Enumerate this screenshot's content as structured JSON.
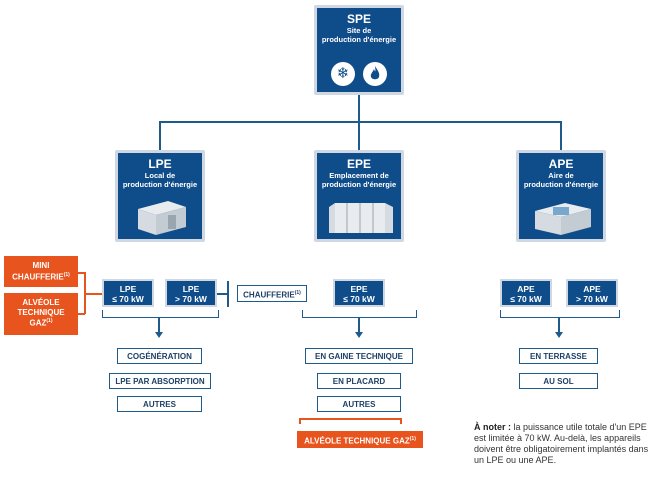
{
  "spe": {
    "title": "SPE",
    "subtitle_1": "Site de",
    "subtitle_2": "production d'énergie"
  },
  "lpe": {
    "title": "LPE",
    "subtitle_1": "Local de",
    "subtitle_2": "production d'énergie"
  },
  "epe": {
    "title": "EPE",
    "subtitle_1": "Emplacement de",
    "subtitle_2": "production d'énergie"
  },
  "ape": {
    "title": "APE",
    "subtitle_1": "Aire de",
    "subtitle_2": "production d'énergie"
  },
  "lpe_sub": [
    {
      "line1": "LPE",
      "line2": "≤ 70 kW"
    },
    {
      "line1": "LPE",
      "line2": "> 70 kW"
    }
  ],
  "epe_sub": [
    {
      "line1": "EPE",
      "line2": "≤ 70 kW"
    }
  ],
  "ape_sub": [
    {
      "line1": "APE",
      "line2": "≤ 70 kW"
    },
    {
      "line1": "APE",
      "line2": "> 70 kW"
    }
  ],
  "left_orange": {
    "mini_1": "MINI",
    "mini_2": "CHAUFFERIE",
    "mini_sup": "(1)",
    "alv_1": "ALVÉOLE",
    "alv_2": "TECHNIQUE",
    "alv_3": "GAZ",
    "alv_sup": "(1)"
  },
  "chaufferie": {
    "label": "CHAUFFERIE",
    "sup": "(1)"
  },
  "lpe_items": [
    "COGÉNÉRATION",
    "LPE PAR ABSORPTION",
    "AUTRES"
  ],
  "epe_items": [
    "EN GAINE TECHNIQUE",
    "EN PLACARD",
    "AUTRES"
  ],
  "ape_items": [
    "EN TERRASSE",
    "AU SOL"
  ],
  "epe_orange": {
    "label": "ALVÉOLE TECHNIQUE GAZ",
    "sup": "(1)"
  },
  "note": {
    "prefix": "À noter :",
    "text": " la puissance utile totale d'un EPE est limitée à  70 kW. Au-delà, les appareils doivent être obligatoirement implantés dans un LPE ou une APE."
  },
  "icons": [
    "snowflake-icon",
    "flame-icon"
  ],
  "colors": {
    "primary": "#0f4c8a",
    "accent": "#e8541e",
    "line": "#1e5a8a"
  }
}
